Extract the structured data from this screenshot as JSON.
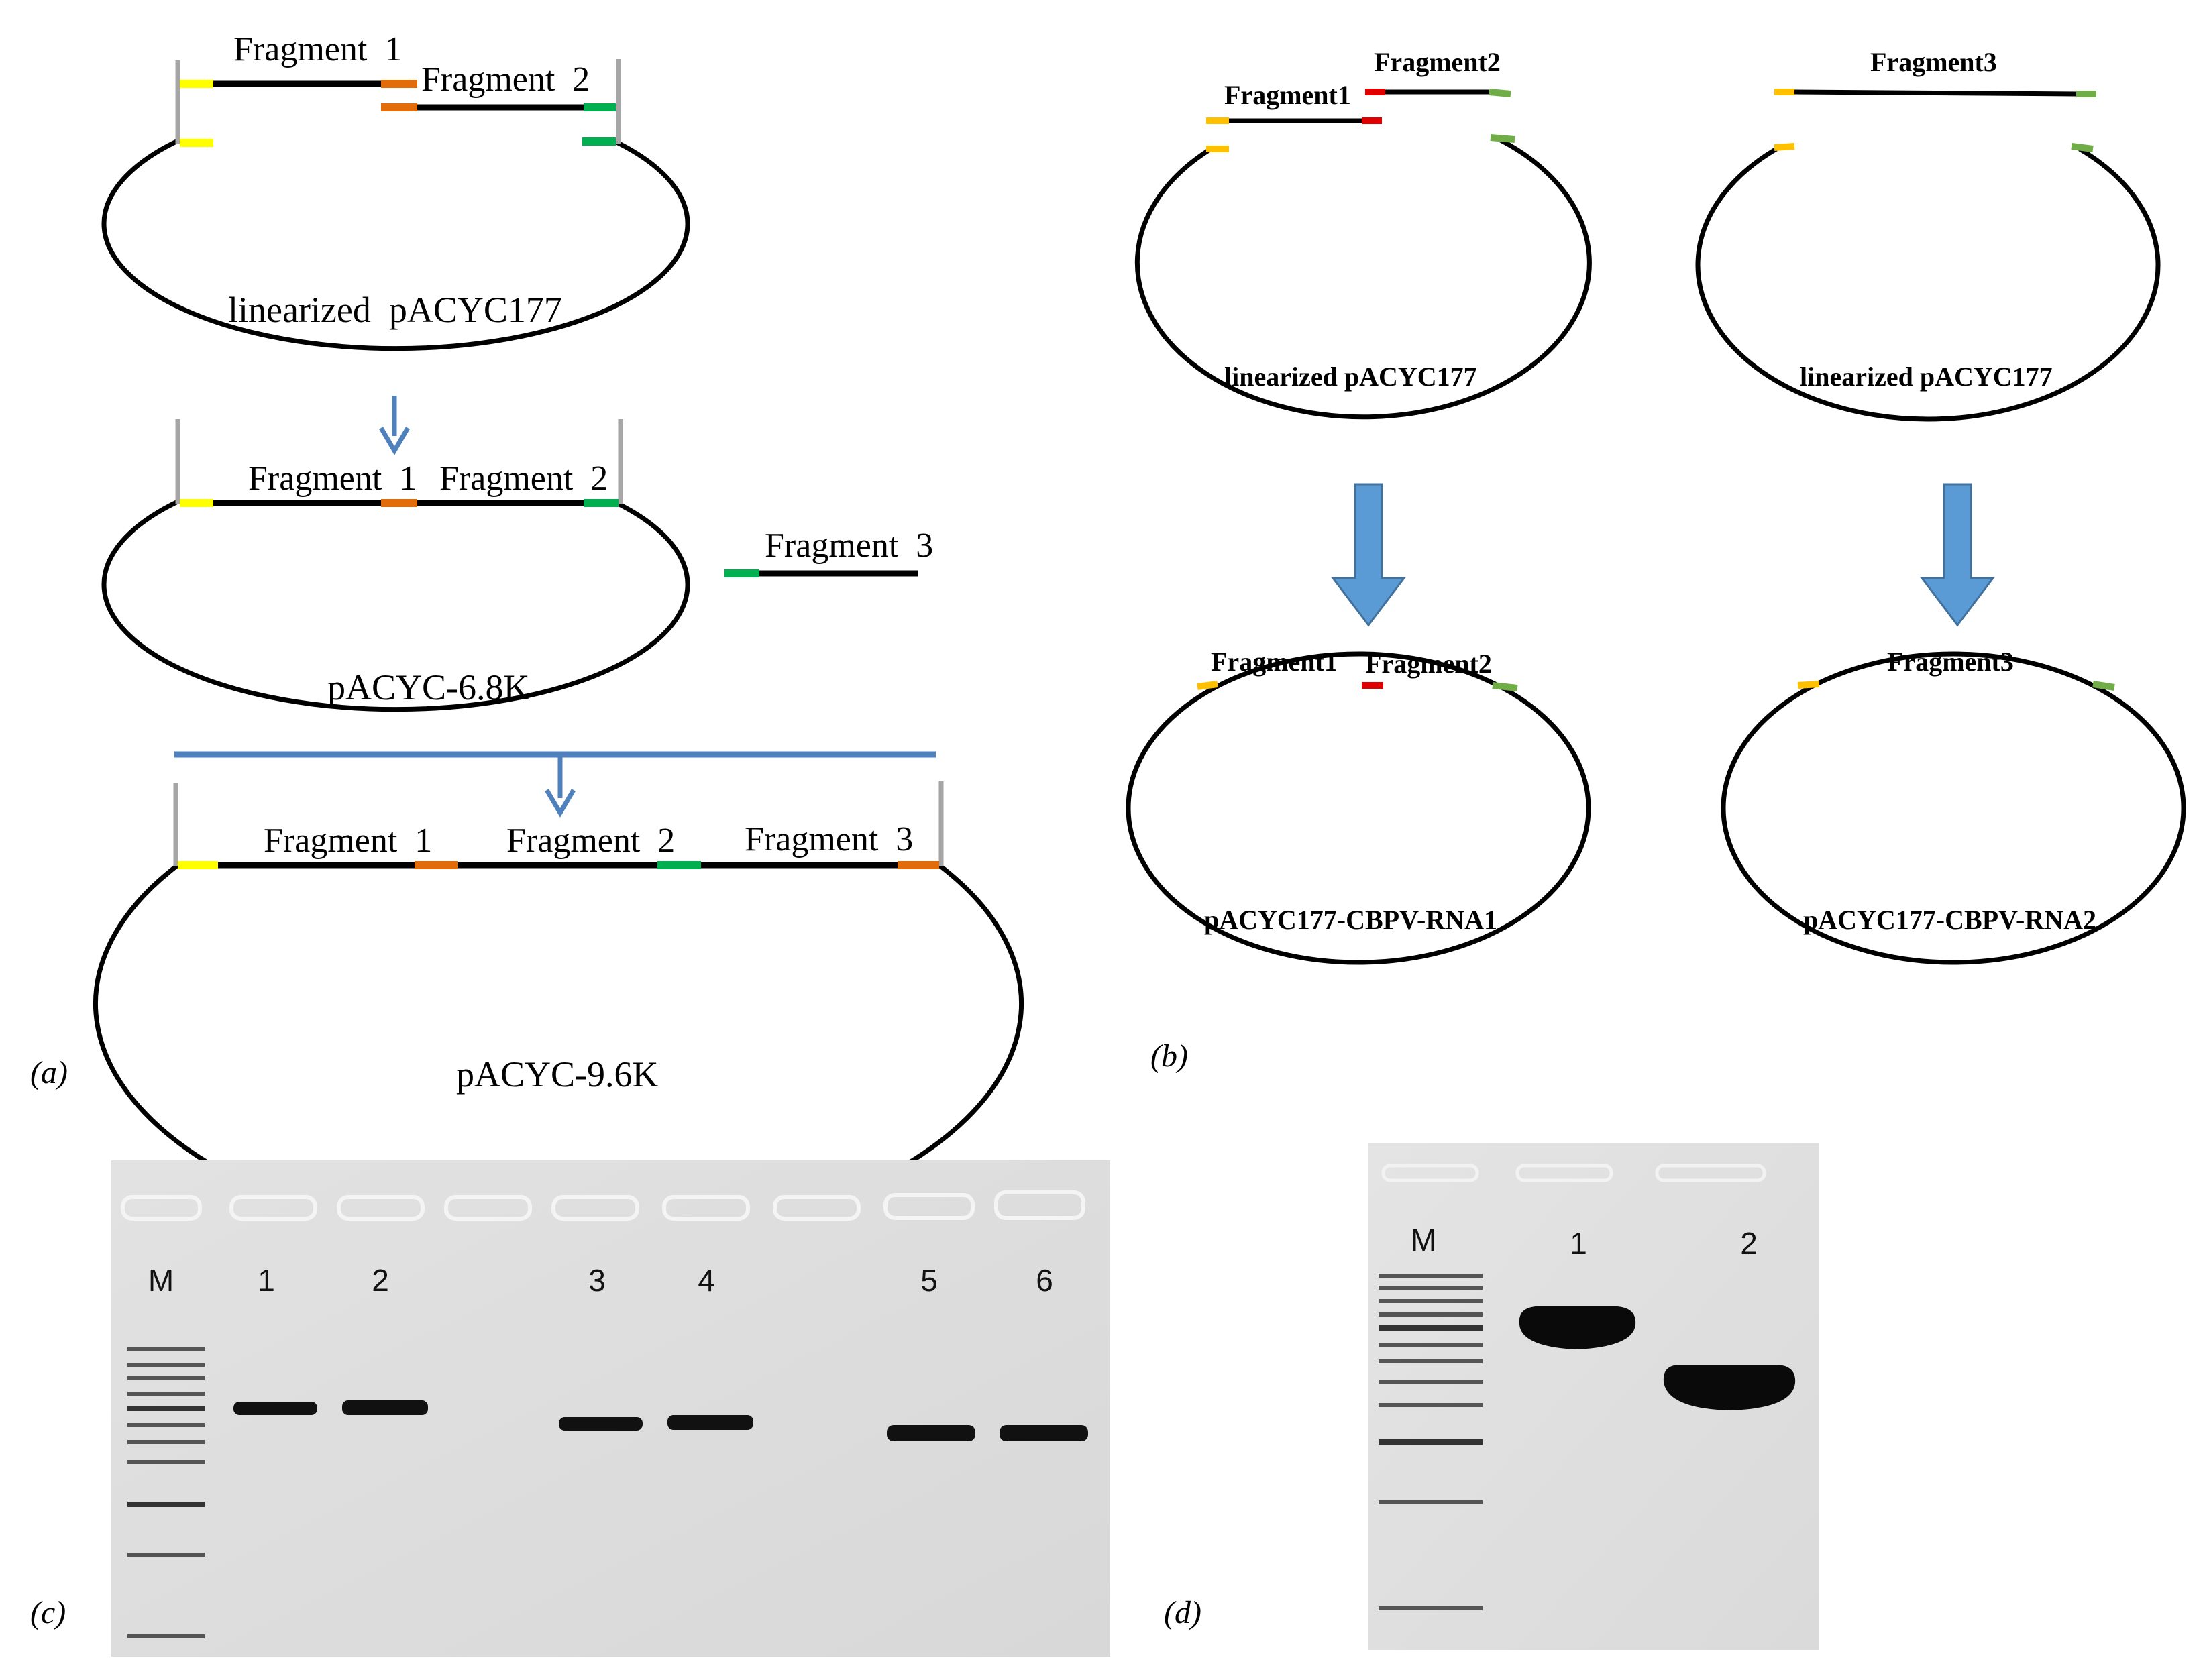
{
  "panel_a": {
    "tag": "(a)",
    "step1": {
      "frag1": "Fragment  1",
      "frag2": "Fragment  2",
      "vector": "linearized  pACYC177"
    },
    "step2": {
      "frag1": "Fragment  1",
      "frag2": "Fragment  2",
      "frag3": "Fragment  3",
      "vector": "pACYC-6.8K"
    },
    "step3": {
      "frag1": "Fragment  1",
      "frag2": "Fragment  2",
      "frag3": "Fragment  3",
      "vector": "pACYC-9.6K"
    }
  },
  "panel_b": {
    "tag": "(b)",
    "left": {
      "frag1": "Fragment1",
      "frag2": "Fragment2",
      "vector": "linearized pACYC177",
      "product_frag1": "Fragment1",
      "product_frag2": "Fragment2",
      "product": "pACYC177-CBPV-RNA1"
    },
    "right": {
      "frag3": "Fragment3",
      "vector": "linearized pACYC177",
      "product_frag3": "Fragment3",
      "product": "pACYC177-CBPV-RNA2"
    }
  },
  "panel_c": {
    "tag": "(c)",
    "lanes": [
      "M",
      "1",
      "2",
      "3",
      "4",
      "5",
      "6"
    ]
  },
  "panel_d": {
    "tag": "(d)",
    "lanes": [
      "M",
      "1",
      "2"
    ]
  },
  "colors": {
    "yellow": "#ffff00",
    "orange": "#e36c0a",
    "green": "#00b050",
    "gold": "#ffc000",
    "red": "#e00000",
    "lightgreen": "#70ad47",
    "blue": "#4f81bd",
    "gray": "#a6a6a6"
  }
}
